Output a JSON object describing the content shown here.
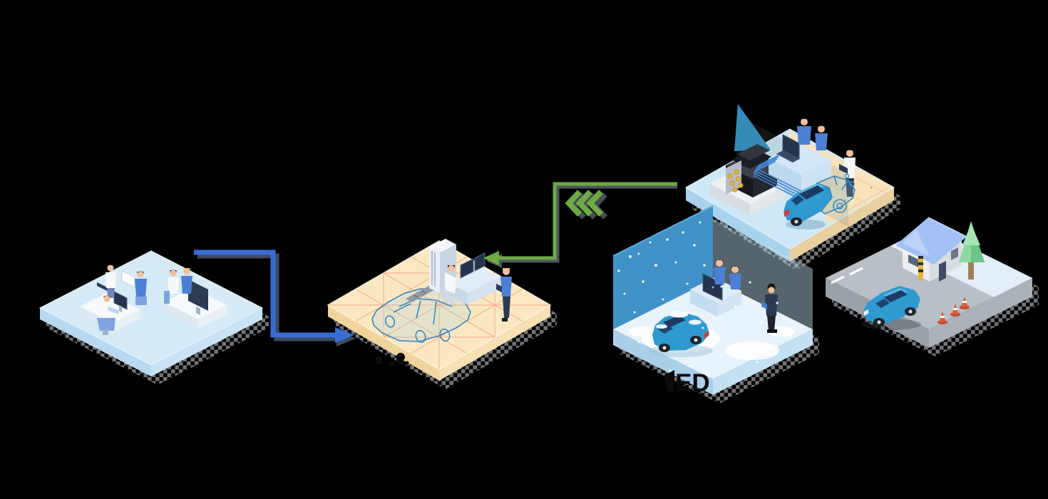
{
  "labels": {
    "snow_platform_partial": "ED"
  },
  "icons": {
    "office_platform": "office-team-platform",
    "design_platform": "vehicle-blueprint-platform",
    "simulation_platform": "simulation-lab-platform",
    "snow_platform": "winter-test-platform",
    "street_platform": "street-scene-platform",
    "chevrons": "fast-rewind-chevrons"
  },
  "arrows": {
    "blue": {
      "style": "elbow",
      "direction": "left-to-center"
    },
    "green": {
      "style": "elbow",
      "direction": "sim-to-center",
      "chevron_count": 3
    }
  },
  "colors": {
    "background": "#000000",
    "platform_blue_top": "#d6ebf8",
    "platform_yellow_top": "#fbe8c2",
    "grid_orange": "#ef9f7d",
    "sim_blue_top": "#cfe8f7",
    "sim_yellow": "#f8e3ba",
    "sail_blue": "#2f8cc3",
    "snow_wall_blue": "#3f93c8",
    "snow_floor": "#e9f3fb",
    "road_gray_top": "#b9bfc6",
    "yard_light": "#e4eef7",
    "house_roof_blue": "#a3c1f5",
    "house_wall": "#eceef2",
    "tree_green": "#8fd8a0",
    "cone_orange": "#e0593a",
    "bollard_yellow": "#e8b33c",
    "car_blue": "#2e9ad0",
    "car_window": "#1e3a63",
    "wireframe_blue": "#3688bf",
    "cable_blue": "#3f82d6",
    "arrow_blue": "#3a6bd4",
    "arrow_blue_shadow": "#3e4b63",
    "arrow_green": "#6faa43",
    "arrow_green_shadow": "#566069",
    "gold": "#e6b23e",
    "label_black": "#0b0b0b",
    "skin": "#f0bfa0",
    "shirt_blue": "#4a7fd4",
    "dark_navy": "#2b3850",
    "monitor_dark": "#24344e",
    "shadow_gray": "#8f9296"
  }
}
